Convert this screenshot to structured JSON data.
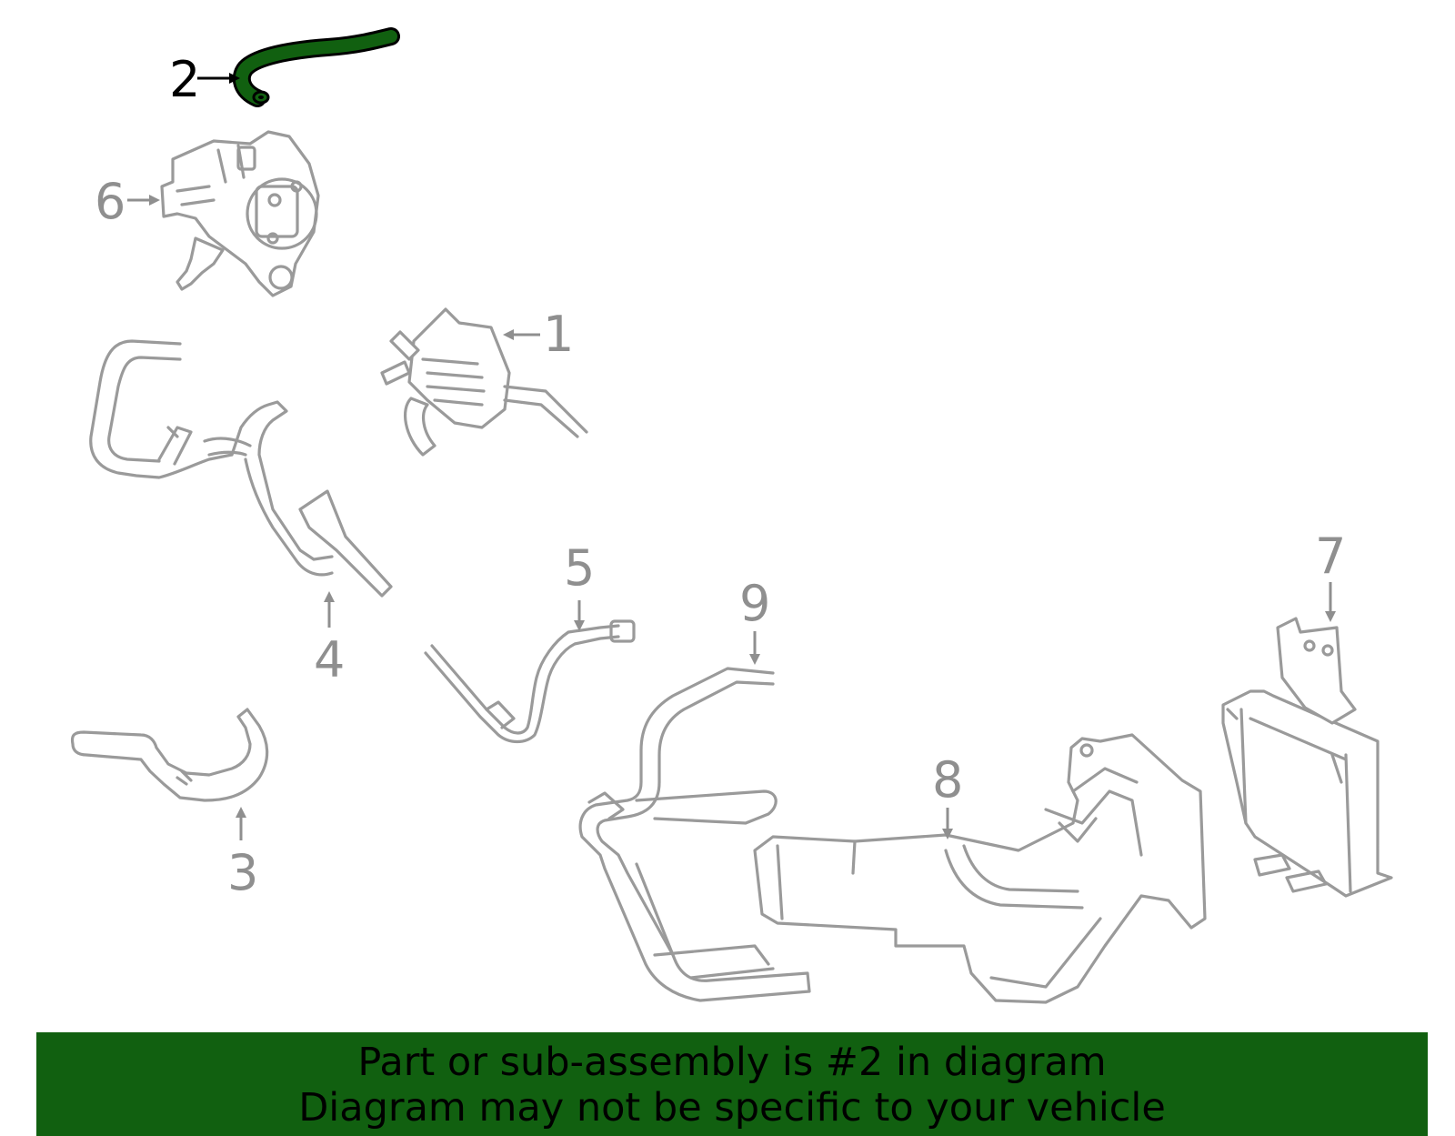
{
  "diagram": {
    "callouts": [
      {
        "label": "1",
        "highlighted": false
      },
      {
        "label": "2",
        "highlighted": true
      },
      {
        "label": "3",
        "highlighted": false
      },
      {
        "label": "4",
        "highlighted": false
      },
      {
        "label": "5",
        "highlighted": false
      },
      {
        "label": "6",
        "highlighted": false
      },
      {
        "label": "7",
        "highlighted": false
      },
      {
        "label": "8",
        "highlighted": false
      },
      {
        "label": "9",
        "highlighted": false
      }
    ],
    "colors": {
      "highlight_part": "#116010",
      "part_stroke": "#9a9a9a",
      "banner_background": "#116010"
    }
  },
  "banner": {
    "line1": "Part or sub-assembly is #2 in diagram",
    "line2": "Diagram may not be specific to your vehicle"
  }
}
